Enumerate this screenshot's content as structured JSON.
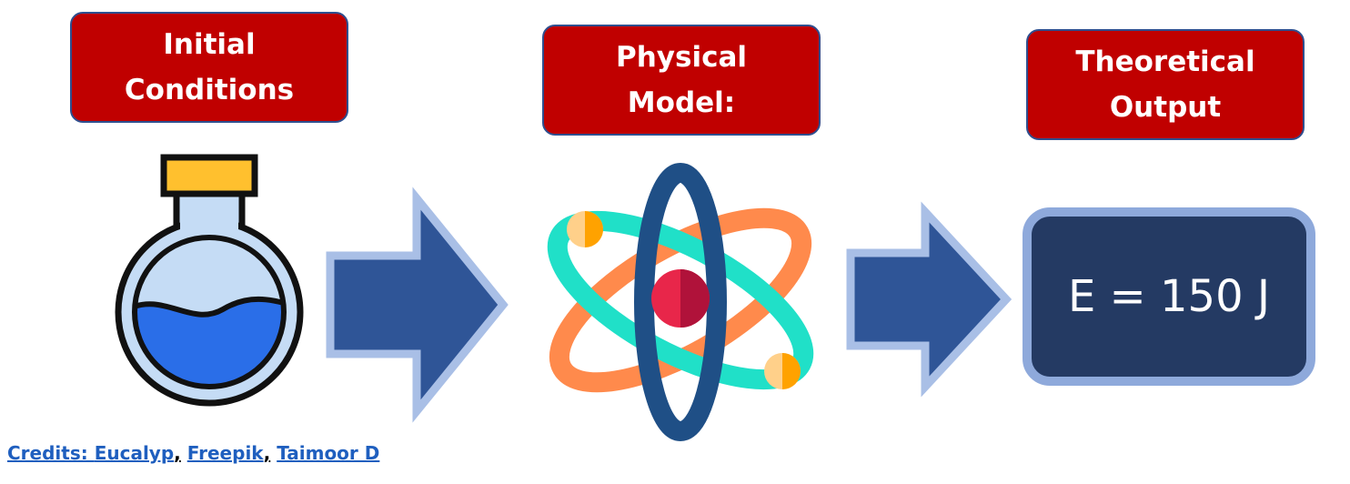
{
  "stages": [
    {
      "title_line1": "Initial",
      "title_line2": "Conditions",
      "icon": "flask-icon"
    },
    {
      "title_line1": "Physical",
      "title_line2": "Model:",
      "icon": "atom-icon"
    },
    {
      "title_line1": "Theoretical",
      "title_line2": "Output",
      "icon": "output-box"
    }
  ],
  "output": {
    "value": "E = 150 J"
  },
  "credits": {
    "prefix": "Credits: ",
    "authors": [
      "Eucalyp",
      "Freepik",
      "Taimoor D"
    ],
    "separator": ","
  },
  "colors": {
    "label_fill": "#c00000",
    "label_border": "#2f4f8f",
    "arrow_fill": "#2f5597",
    "arrow_border": "#a9bfe6",
    "output_fill": "#243a63",
    "output_border": "#8ea9db",
    "link": "#1f5fbf"
  }
}
